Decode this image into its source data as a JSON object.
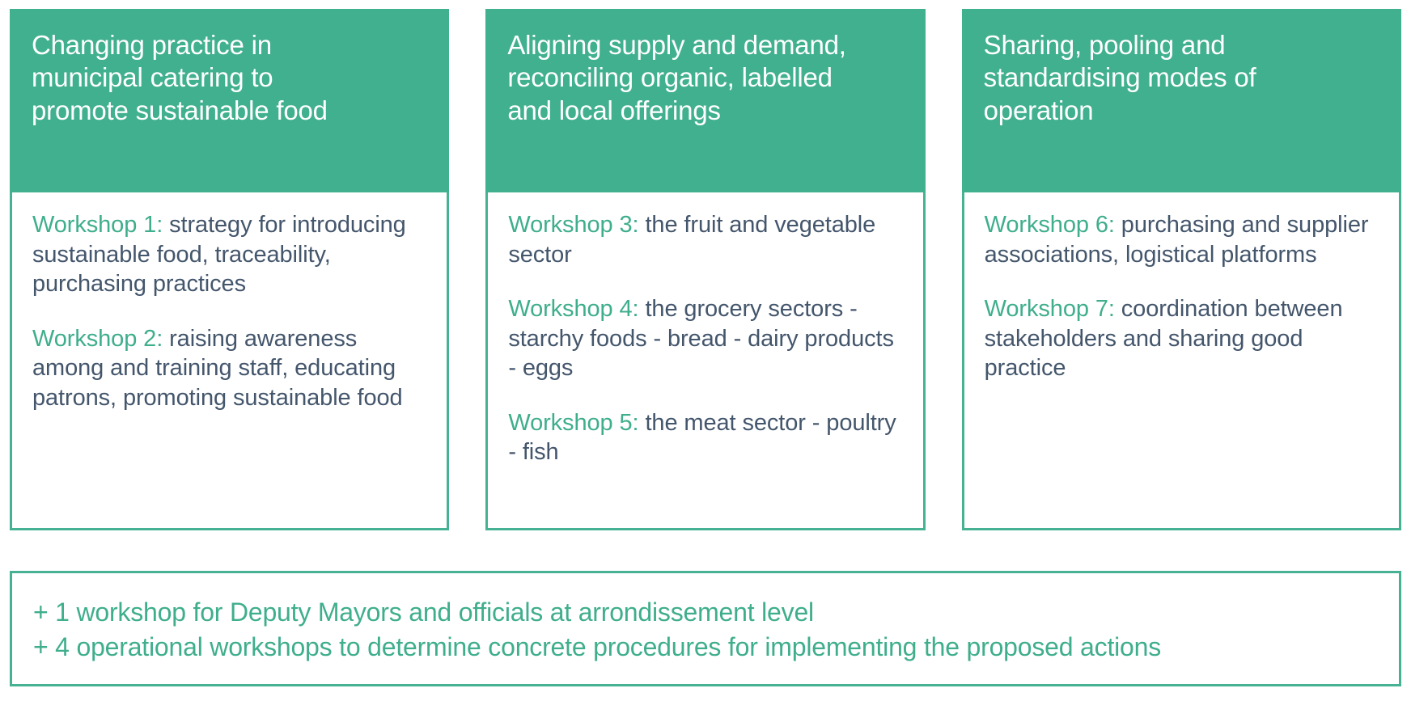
{
  "colors": {
    "brand_green": "#41b08f",
    "accent_green": "#3fae8c",
    "border_green": "#46b193",
    "body_text": "#44566c",
    "header_text": "#ffffff",
    "card_background": "#ffffff"
  },
  "columns": [
    {
      "title": "Changing practice in\nmunicipal catering to\npromote sustainable food",
      "items": [
        {
          "label": "Workshop 1:",
          "text": " strategy for introducing sustainable food, traceability, purchasing practices"
        },
        {
          "label": "Workshop 2:",
          "text": " raising awareness among and training staff, educating patrons, promoting sustainable food"
        }
      ]
    },
    {
      "title": "Aligning supply and demand,\nreconciling organic, labelled\nand local offerings",
      "items": [
        {
          "label": "Workshop 3:",
          "text": "  the fruit and vegetable sector"
        },
        {
          "label": "Workshop 4:",
          "text": " the grocery sectors - starchy foods - bread - dairy products - eggs"
        },
        {
          "label": "Workshop 5:",
          "text": " the meat sector - poultry - fish"
        }
      ]
    },
    {
      "title": "Sharing, pooling and\nstandardising modes of\noperation",
      "items": [
        {
          "label": "Workshop 6:",
          "text": " purchasing and supplier associations, logistical platforms"
        },
        {
          "label": "Workshop 7:",
          "text": " coordination between stakeholders and sharing good practice"
        }
      ]
    }
  ],
  "footer": {
    "lines": [
      "+ 1 workshop for Deputy Mayors and officials at arrondissement level",
      "+ 4 operational workshops to determine concrete procedures for implementing the proposed actions"
    ]
  }
}
